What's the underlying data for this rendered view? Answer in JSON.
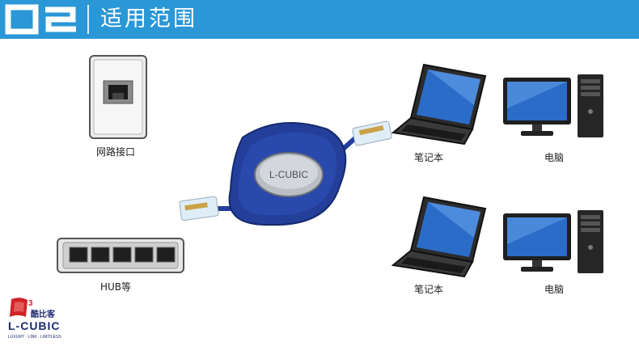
{
  "header": {
    "number": "02",
    "title": "适用范围"
  },
  "devices": {
    "wall_port_label": "网路接口",
    "hub_label": "HUB等",
    "laptop_label_1": "笔记本",
    "computer_label_1": "电脑",
    "laptop_label_2": "笔记本",
    "computer_label_2": "电脑"
  },
  "reel": {
    "brand": "L-CUBIC"
  },
  "logo": {
    "cn_name": "酷比客",
    "en_name": "L-CUBIC",
    "tagline": "LUXURY · LINK · LIMITLESS",
    "badge": "3"
  },
  "colors": {
    "header_bg": "#2a97d6",
    "reel_blue": "#233f9a",
    "logo_red": "#d2232a"
  }
}
